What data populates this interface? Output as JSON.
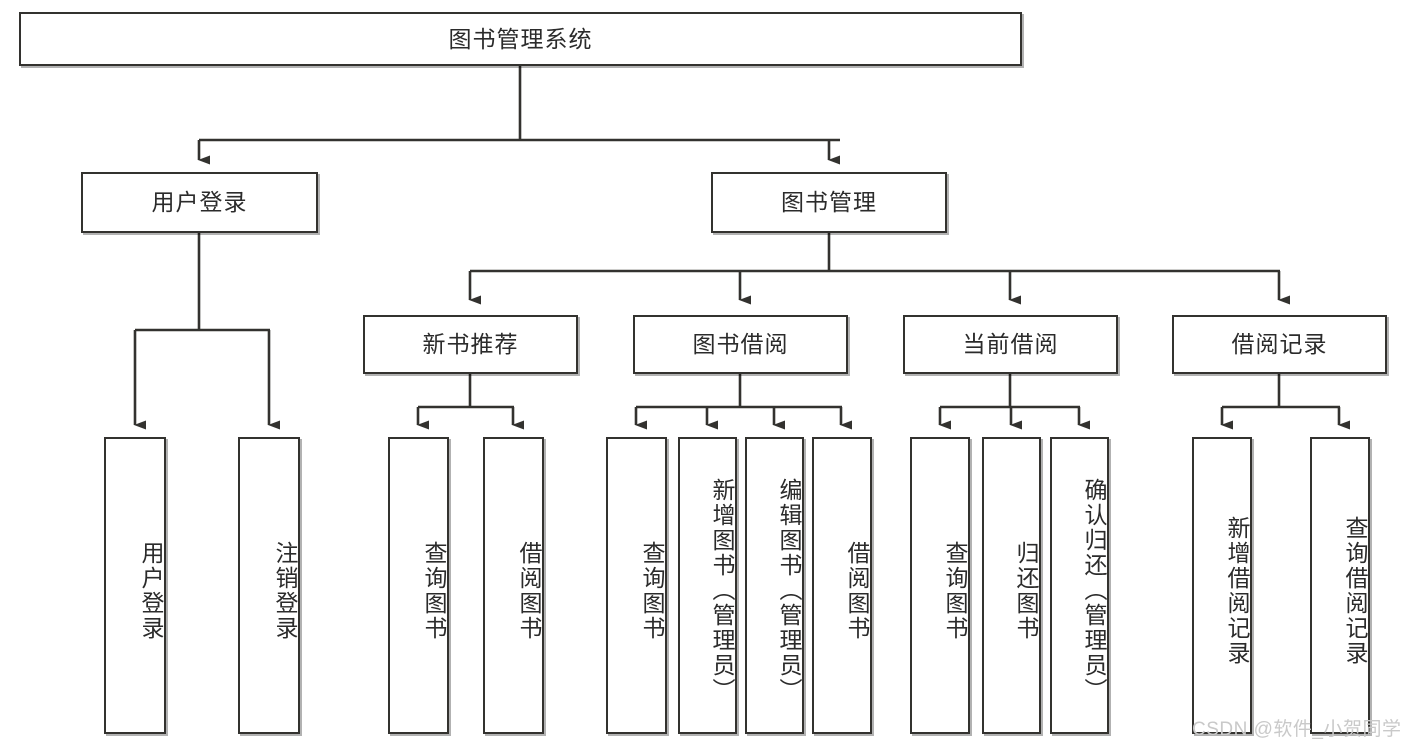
{
  "diagram": {
    "title": "图书管理系统",
    "type": "hierarchy-tree",
    "watermark": "CSDN @软件_小贺同学",
    "colors": {
      "box_border": "#33322f",
      "box_fill": "#ffffff",
      "text": "#2b2b2b",
      "edge": "#33322f",
      "watermark": "#c9c9c9",
      "background": "#ffffff"
    },
    "levels": {
      "root": {
        "label": "图书管理系统"
      },
      "level2": [
        {
          "label": "用户登录"
        },
        {
          "label": "图书管理"
        }
      ],
      "level3": [
        {
          "label": "新书推荐"
        },
        {
          "label": "图书借阅"
        },
        {
          "label": "当前借阅"
        },
        {
          "label": "借阅记录"
        }
      ],
      "level4": {
        "user_login": [
          {
            "label": "用户登录"
          },
          {
            "label": "注销登录"
          }
        ],
        "new_book_recommend": [
          {
            "label": "查询图书"
          },
          {
            "label": "借阅图书"
          }
        ],
        "book_borrow": [
          {
            "label": "查询图书"
          },
          {
            "label": "新增图书（管理员）"
          },
          {
            "label": "编辑图书（管理员）"
          },
          {
            "label": "借阅图书"
          }
        ],
        "current_borrow": [
          {
            "label": "查询图书"
          },
          {
            "label": "归还图书"
          },
          {
            "label": "确认归还（管理员）"
          }
        ],
        "borrow_record": [
          {
            "label": "新增借阅记录"
          },
          {
            "label": "查询借阅记录"
          }
        ]
      }
    }
  }
}
